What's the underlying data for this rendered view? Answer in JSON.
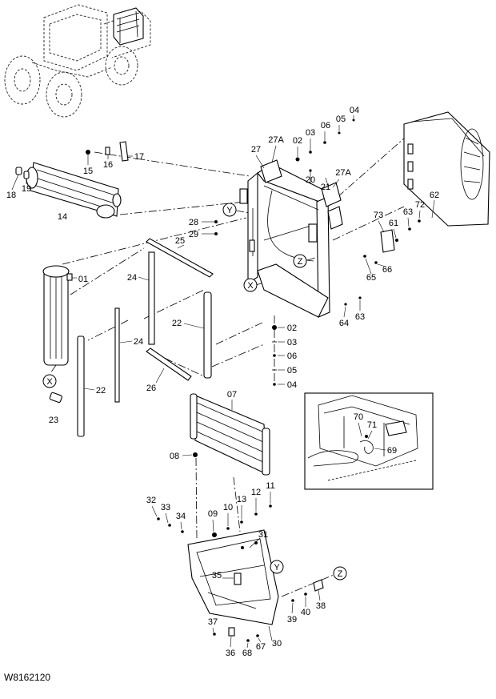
{
  "callouts": [
    "04",
    "05",
    "06",
    "03",
    "02",
    "27A",
    "27",
    "16",
    "17",
    "15",
    "18",
    "19",
    "14",
    "20",
    "21",
    "27A",
    "28",
    "29",
    "25",
    "73",
    "61",
    "63",
    "72",
    "62",
    "01",
    "24",
    "66",
    "65",
    "63",
    "64",
    "02",
    "03",
    "06",
    "05",
    "04",
    "22",
    "24",
    "22",
    "26",
    "23",
    "07",
    "08",
    "70",
    "71",
    "69",
    "32",
    "33",
    "34",
    "09",
    "10",
    "13",
    "12",
    "11",
    "31",
    "35",
    "38",
    "40",
    "39",
    "37",
    "30",
    "36",
    "68",
    "67"
  ],
  "markers": [
    "Y",
    "Z",
    "X",
    "X",
    "Y",
    "Z"
  ],
  "figure_code": "W8162120"
}
